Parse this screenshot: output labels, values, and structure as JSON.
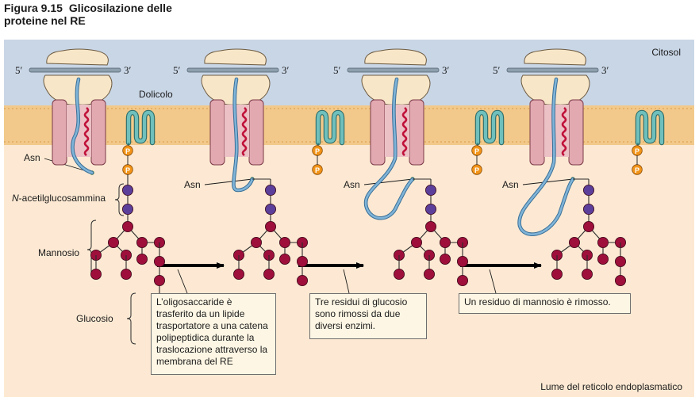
{
  "figure": {
    "number": "Figura 9.15",
    "title_line1": "Glicosilazione delle",
    "title_line2": "proteine nel RE"
  },
  "regions": {
    "cytosol": "Citosol",
    "lumen": "Lume del reticolo endoplasmatico"
  },
  "labels": {
    "five_prime": "5′",
    "three_prime": "3′",
    "dolichol": "Dolicolo",
    "asn": "Asn",
    "n_acetyl_prefix": "N",
    "n_acetyl_rest": "-acetilglucosammina",
    "mannose": "Mannosio",
    "glucose": "Glucosio",
    "phosphate": "P"
  },
  "captions": {
    "step1": "L’oligosaccaride è trasferito da un lipide trasportatore a una catena polipeptidica durante la traslocazione attraverso la membrana del RE",
    "step2": "Tre residui di glucosio sono rimossi da due diversi enzimi.",
    "step3": "Un residuo di mannosio è rimosso."
  },
  "colors": {
    "cytosol": "#c9d6e6",
    "lumen": "#fde9d3",
    "membrane": "#f2c98a",
    "ribosome": "#f8e6c8",
    "mrna": "#8ea0ad",
    "translocon": "#e2a9b1",
    "signal_helix": "#c0123a",
    "polypeptide": "#7fb4d8",
    "dolichol": "#6fc0bd",
    "phosphate": "#f29418",
    "glcnac": "#5c3f9a",
    "mannose": "#9e0f3b",
    "glucose": "#e51b36",
    "caption_box": "#fdf6e4"
  }
}
